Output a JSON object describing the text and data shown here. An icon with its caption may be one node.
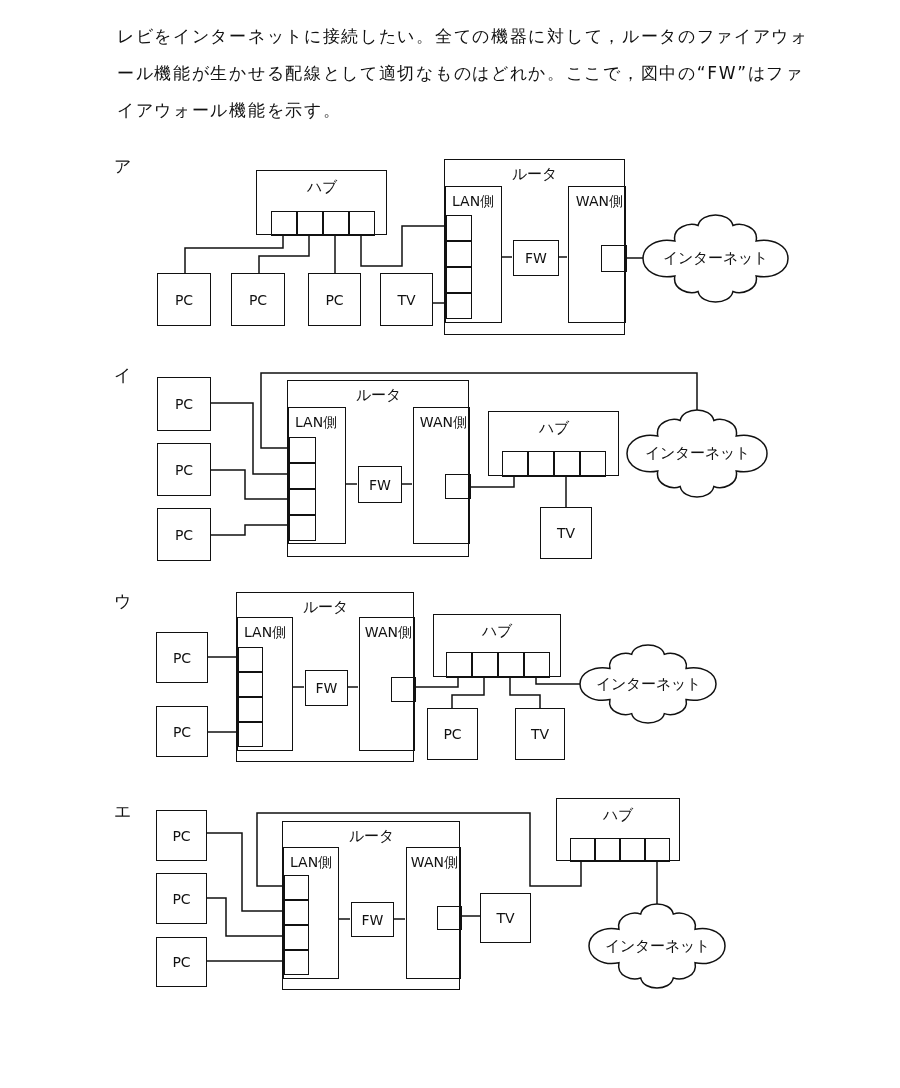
{
  "diagram": {
    "nodes": [
      {
        "text": [
          "ハブ"
        ]
      },
      {
        "text": [],
        "shape": "box",
        "in": 0
      },
      {
        "text": [],
        "shape": "box",
        "in": 0
      },
      {
        "text": [],
        "shape": "box",
        "in": 0
      },
      {
        "text": [],
        "shape": "box",
        "in": 0
      },
      {
        "text": [
          "ルータ"
        ]
      },
      {
        "text": [
          "LAN側"
        ],
        "in": 5
      },
      {
        "text": [],
        "shape": "box",
        "in": 6
      },
      {
        "text": [],
        "shape": "box",
        "in": 6
      },
      {
        "text": [],
        "shape": "box",
        "in": 6
      },
      {
        "text": [],
        "shape": "box",
        "in": 6
      },
      {
        "text": [
          "FW"
        ],
        "in": 5
      },
      {
        "text": [
          "WAN側"
        ],
        "in": 5
      },
      {
        "text": [],
        "shape": "box",
        "in": 12
      },
      {
        "text": [
          "インターネット"
        ]
      },
      {
        "text": [
          "PC"
        ]
      },
      {
        "text": [
          "PC"
        ]
      },
      {
        "text": [
          "PC"
        ]
      },
      {
        "text": [
          "TV"
        ]
      },
      {
        "text": [
          "PC"
        ]
      },
      {
        "text": [
          "PC"
        ]
      },
      {
        "text": [
          "PC"
        ]
      },
      {
        "text": [
          "ルータ"
        ]
      },
      {
        "text": [
          "LAN側"
        ],
        "in": 22
      },
      {
        "text": [],
        "shape": "box",
        "in": 23
      },
      {
        "text": [],
        "shape": "box",
        "in": 23
      },
      {
        "text": [],
        "shape": "box",
        "in": 23
      },
      {
        "text": [],
        "shape": "box",
        "in": 23
      },
      {
        "text": [
          "FW"
        ],
        "in": 22
      },
      {
        "text": [
          "WAN側"
        ],
        "in": 22
      },
      {
        "text": [],
        "shape": "box",
        "in": 29
      },
      {
        "text": [
          "ハブ"
        ]
      },
      {
        "text": [],
        "shape": "box",
        "in": 31
      },
      {
        "text": [],
        "shape": "box",
        "in": 31
      },
      {
        "text": [],
        "shape": "box",
        "in": 31
      },
      {
        "text": [],
        "shape": "box",
        "in": 31
      },
      {
        "text": [
          "インターネット"
        ]
      },
      {
        "text": [
          "TV"
        ]
      },
      {
        "text": [
          "PC"
        ]
      },
      {
        "text": [
          "PC"
        ]
      },
      {
        "text": [
          "ルータ"
        ]
      },
      {
        "text": [
          "LAN側"
        ],
        "in": 40
      },
      {
        "text": [],
        "shape": "box",
        "in": 41
      },
      {
        "text": [],
        "shape": "box",
        "in": 41
      },
      {
        "text": [],
        "shape": "box",
        "in": 41
      },
      {
        "text": [],
        "shape": "box",
        "in": 41
      },
      {
        "text": [
          "FW"
        ],
        "in": 40
      },
      {
        "text": [
          "WAN側"
        ],
        "in": 40
      },
      {
        "text": [],
        "shape": "box",
        "in": 47
      },
      {
        "text": [
          "ハブ"
        ]
      },
      {
        "text": [],
        "shape": "box",
        "in": 49
      },
      {
        "text": [],
        "shape": "box",
        "in": 49
      },
      {
        "text": [],
        "shape": "box",
        "in": 49
      },
      {
        "text": [],
        "shape": "box",
        "in": 49
      },
      {
        "text": [
          "インターネット"
        ]
      },
      {
        "text": [
          "PC"
        ]
      },
      {
        "text": [
          "TV"
        ]
      },
      {
        "text": [
          "PC"
        ]
      },
      {
        "text": [
          "PC"
        ]
      },
      {
        "text": [
          "PC"
        ]
      },
      {
        "text": [
          "ルータ"
        ]
      },
      {
        "text": [
          "LAN側"
        ],
        "in": 60
      },
      {
        "text": [],
        "shape": "box",
        "in": 61
      },
      {
        "text": [],
        "shape": "box",
        "in": 61
      },
      {
        "text": [],
        "shape": "box",
        "in": 61
      },
      {
        "text": [],
        "shape": "box",
        "in": 61
      },
      {
        "text": [
          "FW"
        ],
        "in": 60
      },
      {
        "text": [
          "WAN側"
        ],
        "in": 60
      },
      {
        "text": [],
        "shape": "box",
        "in": 67
      },
      {
        "text": [
          "TV"
        ]
      },
      {
        "text": [
          "ハブ"
        ]
      },
      {
        "text": [],
        "shape": "box",
        "in": 70
      },
      {
        "text": [],
        "shape": "box",
        "in": 70
      },
      {
        "text": [],
        "shape": "box",
        "in": 70
      },
      {
        "text": [],
        "shape": "box",
        "in": 70
      },
      {
        "text": [
          "インターネット"
        ]
      }
    ],
    "edges": [
      {
        "from": 15,
        "to": 1,
        "arrow": "none"
      },
      {
        "from": 16,
        "to": 2,
        "arrow": "none"
      },
      {
        "from": 17,
        "to": 3,
        "arrow": "none"
      },
      {
        "from": 4,
        "to": 7,
        "arrow": "none"
      },
      {
        "from": 18,
        "to": 10,
        "arrow": "none"
      },
      {
        "from": 6,
        "to": 11,
        "arrow": "none"
      },
      {
        "from": 11,
        "to": 12,
        "arrow": "none"
      },
      {
        "from": 13,
        "to": 14,
        "arrow": "none"
      },
      {
        "from": 24,
        "to": 36,
        "arrow": "none"
      },
      {
        "from": 19,
        "to": 25,
        "arrow": "none"
      },
      {
        "from": 20,
        "to": 26,
        "arrow": "none"
      },
      {
        "from": 21,
        "to": 27,
        "arrow": "none"
      },
      {
        "from": 23,
        "to": 28,
        "arrow": "none"
      },
      {
        "from": 28,
        "to": 29,
        "arrow": "none"
      },
      {
        "from": 30,
        "to": 32,
        "arrow": "none"
      },
      {
        "from": 34,
        "to": 37,
        "arrow": "none"
      },
      {
        "from": 38,
        "to": 42,
        "arrow": "none"
      },
      {
        "from": 39,
        "to": 45,
        "arrow": "none"
      },
      {
        "from": 41,
        "to": 46,
        "arrow": "none"
      },
      {
        "from": 46,
        "to": 47,
        "arrow": "none"
      },
      {
        "from": 48,
        "to": 50,
        "arrow": "none"
      },
      {
        "from": 51,
        "to": 55,
        "arrow": "none"
      },
      {
        "from": 52,
        "to": 56,
        "arrow": "none"
      },
      {
        "from": 53,
        "to": 54,
        "arrow": "none"
      },
      {
        "from": 62,
        "to": 71,
        "arrow": "none"
      },
      {
        "from": 57,
        "to": 63,
        "arrow": "none"
      },
      {
        "from": 58,
        "to": 64,
        "arrow": "none"
      },
      {
        "from": 59,
        "to": 65,
        "arrow": "none"
      },
      {
        "from": 61,
        "to": 66,
        "arrow": "none"
      },
      {
        "from": 66,
        "to": 67,
        "arrow": "none"
      },
      {
        "from": 68,
        "to": 69,
        "arrow": "none"
      },
      {
        "from": 74,
        "to": 75,
        "arrow": "none"
      }
    ],
    "labels": [
      "レビをインターネットに接続したい。全ての機器に対して，ルータのファイアウォール機能が生かせる配線として適切なものはどれか。ここで，図中の“FW”はファイアウォール機能を示す。",
      "ア",
      "イ",
      "ウ",
      "エ"
    ]
  }
}
